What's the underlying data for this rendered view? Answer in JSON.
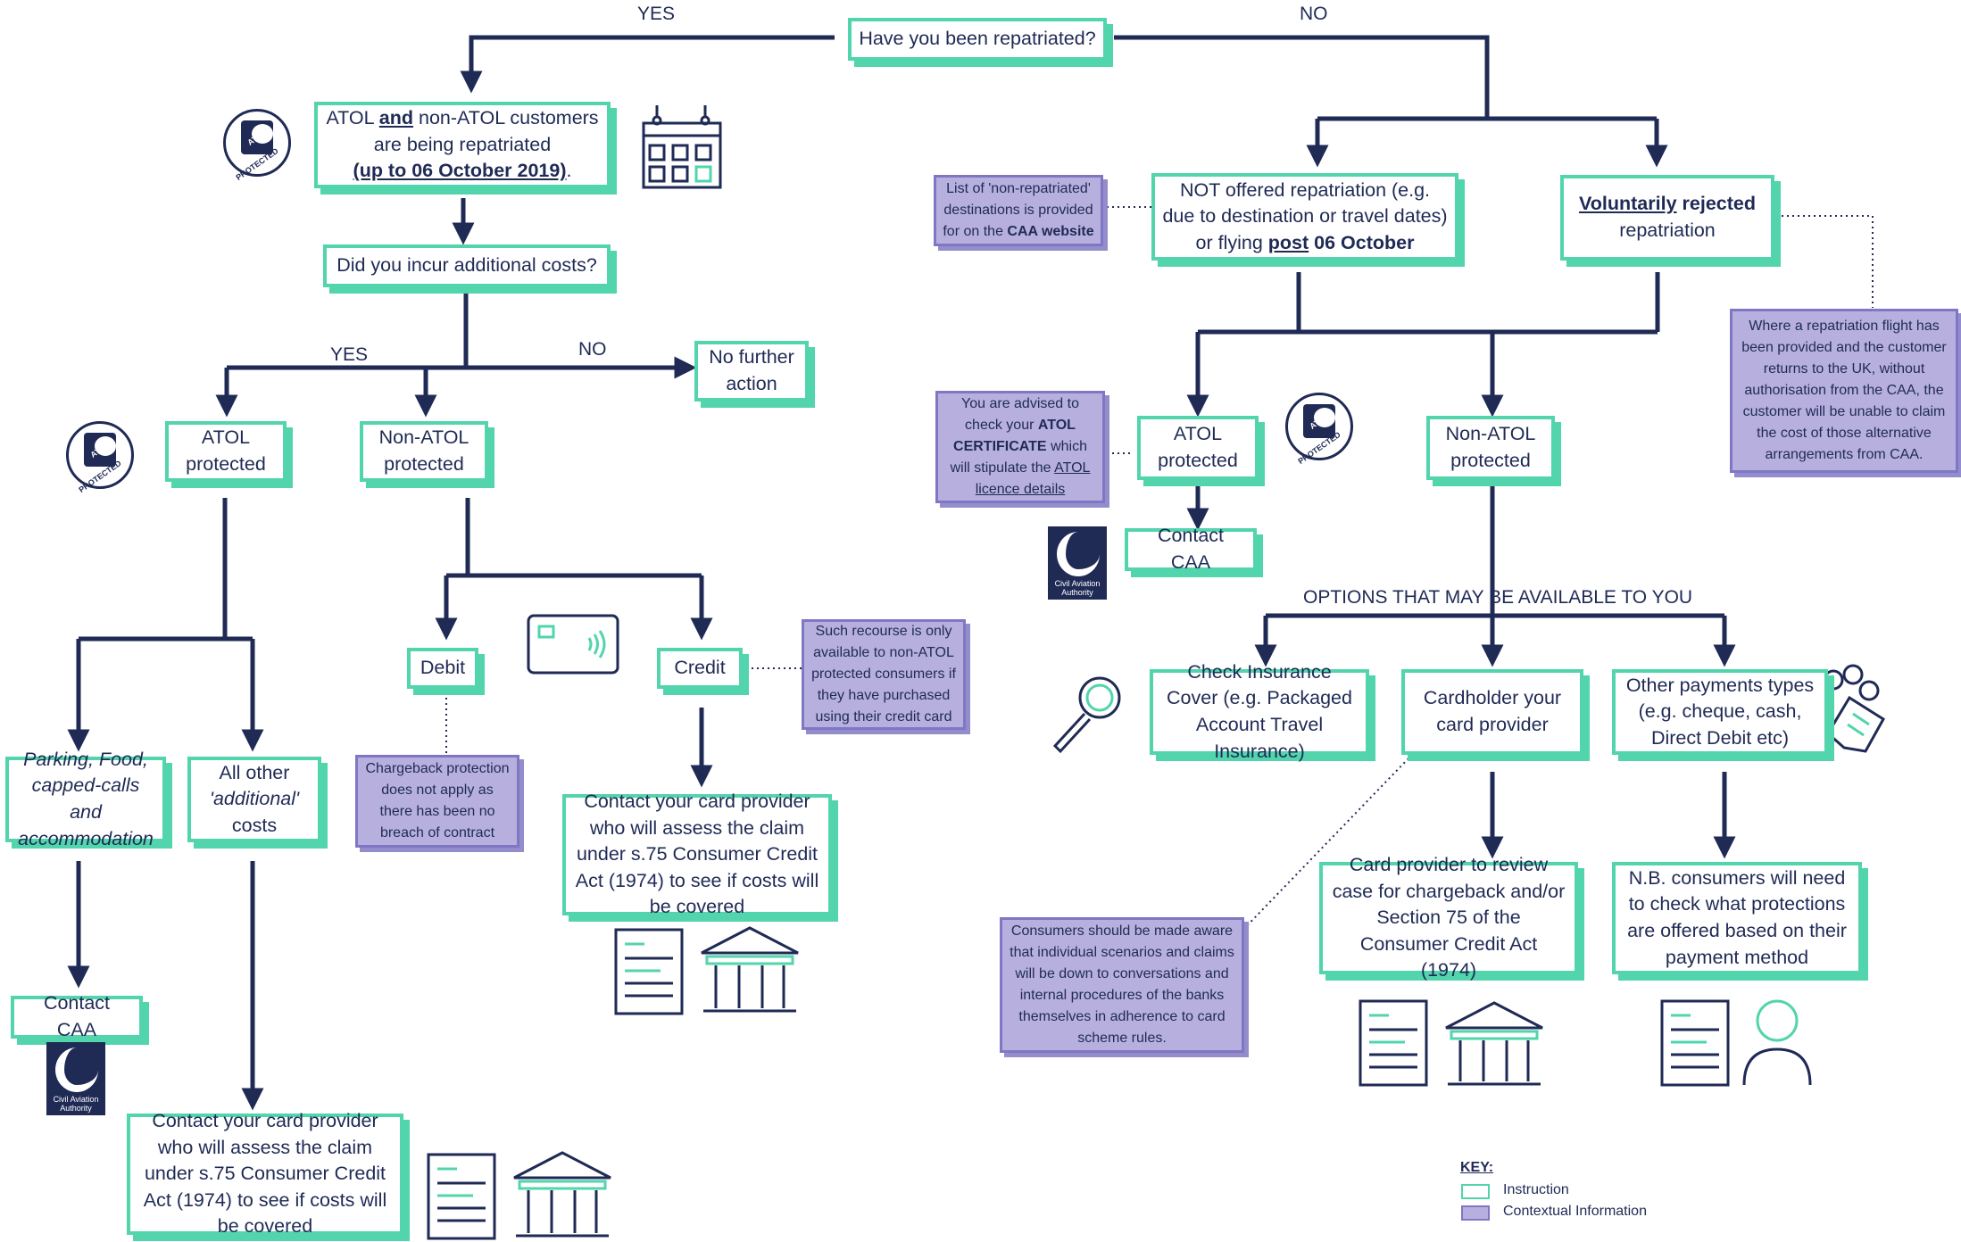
{
  "question": "Have you been repatriated?",
  "branch_labels": {
    "top_yes": "YES",
    "top_no": "NO",
    "costs_yes": "YES",
    "costs_no": "NO"
  },
  "left": {
    "repatriated_pre": "ATOL",
    "repatriated_and": "and",
    "repatriated_mid": "non-ATOL customers are being repatriated",
    "repatriated_date": "(up to 06 October 2019)",
    "repatriated_end": ".",
    "additional_costs": "Did you incur additional costs?",
    "no_further": "No further action",
    "atol_protected": "ATOL protected",
    "non_atol_protected": "Non-ATOL protected",
    "parking": "Parking, Food, capped-calls and accommodation",
    "all_other_1": "All other",
    "all_other_2": "'additional'",
    "all_other_3": "costs",
    "contact_caa": "Contact CAA",
    "contact_card_provider": "Contact your card provider who will assess the claim under s.75 Consumer Credit Act (1974) to see if costs will be covered",
    "debit": "Debit",
    "credit": "Credit",
    "chargeback_note": "Chargeback protection does not apply as there has been no breach of contract",
    "recourse_note": "Such recourse is only available to non-ATOL protected consumers if they have purchased using their credit card",
    "contact_card_provider_2": "Contact your card provider who will assess the claim under s.75 Consumer Credit Act (1974) to see if costs will be covered"
  },
  "right": {
    "not_offered_1": "NOT offered repatriation (e.g. due to destination or travel dates) or flying",
    "not_offered_post": "post",
    "not_offered_date": "06 October",
    "voluntarily": "Voluntarily",
    "rejected": "rejected",
    "repatriation": "repatriation",
    "list_note_1": "List of 'non-repatriated' destinations is provided for on the",
    "list_note_link": "CAA website",
    "rejected_note": "Where a repatriation flight has been provided and the customer returns to the UK, without authorisation from the CAA, the customer will be unable to claim the cost of those alternative arrangements from CAA.",
    "advised_note_1": "You are advised to check your",
    "advised_note_atol": "ATOL CERTIFICATE",
    "advised_note_2": "which will stipulate the",
    "advised_note_link": "ATOL licence details",
    "atol_protected": "ATOL protected",
    "contact_caa": "Contact CAA",
    "non_atol_protected": "Non-ATOL protected",
    "options": "OPTIONS THAT MAY BE AVAILABLE TO YOU",
    "check_insurance": "Check Insurance Cover (e.g. Packaged Account Travel Insurance)",
    "cardholder": "Cardholder your card provider",
    "other_payments": "Other payments types (e.g. cheque, cash, Direct Debit etc)",
    "card_review": "Card provider to review case for chargeback and/or Section 75 of the Consumer Credit Act (1974)",
    "nb_consumers": "N.B. consumers will need to check what protections are offered based on their payment method",
    "consumers_note": "Consumers should be made aware that individual scenarios and claims will be down to conversations and internal procedures of the banks themselves in adherence to card scheme rules."
  },
  "logos": {
    "atol_top": "ATOL",
    "atol_bottom": "PROTECTED",
    "caa_text": "Civil Aviation Authority"
  },
  "key": {
    "title": "KEY:",
    "instruction": "Instruction",
    "context": "Contextual Information"
  },
  "colors": {
    "navy": "#1f2a55",
    "mint": "#52d4ac",
    "lavender": "#b7b0de"
  },
  "icons": [
    "calendar-icon",
    "atol-seal-icon",
    "caa-logo-icon",
    "contactless-card-icon",
    "document-icon",
    "bank-icon",
    "magnifier-icon",
    "payment-tag-icon",
    "person-icon"
  ]
}
